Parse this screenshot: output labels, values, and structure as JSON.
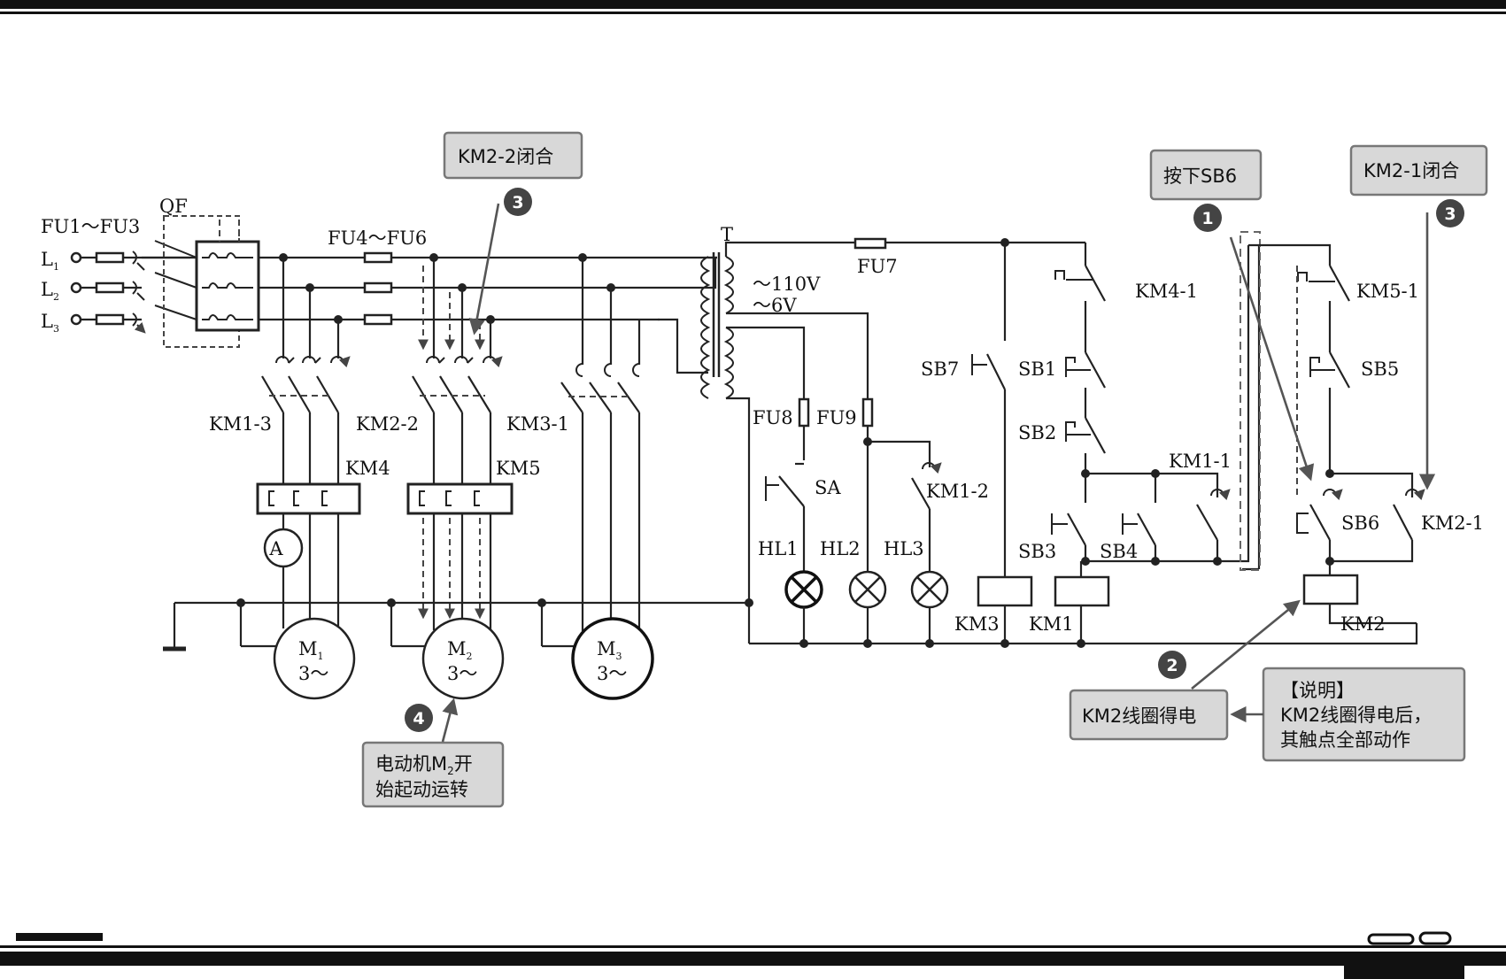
{
  "labels": {
    "qf": "QF",
    "fu1_fu3": "FU1～FU3",
    "l1": "L",
    "l1_sub": "1",
    "l2": "L",
    "l2_sub": "2",
    "l3": "L",
    "l3_sub": "3",
    "fu4_fu6": "FU4～FU6",
    "t": "T",
    "fu7": "FU7",
    "v110": "～110V",
    "v6": "～6V",
    "fu8": "FU8",
    "fu9": "FU9",
    "km1_3": "KM1-3",
    "km2_2": "KM2-2",
    "km3_1": "KM3-1",
    "km4": "KM4",
    "km5": "KM5",
    "ammeter": "A",
    "m1": "M",
    "m1_sub": "1",
    "m1_phase": "3～",
    "m2": "M",
    "m2_sub": "2",
    "m2_phase": "3～",
    "m3": "M",
    "m3_sub": "3",
    "m3_phase": "3～",
    "sa": "SA",
    "hl1": "HL1",
    "hl2": "HL2",
    "hl3": "HL3",
    "km1_2": "KM1-2",
    "sb7": "SB7",
    "sb1": "SB1",
    "sb2": "SB2",
    "sb3": "SB3",
    "sb4": "SB4",
    "km4_1": "KM4-1",
    "km1_1": "KM1-1",
    "km3": "KM3",
    "km1": "KM1",
    "km5_1": "KM5-1",
    "sb5": "SB5",
    "sb6": "SB6",
    "km2_1": "KM2-1",
    "km2": "KM2"
  },
  "callouts": {
    "km2_2_closed": "KM2-2闭合",
    "press_sb6": "按下SB6",
    "km2_1_closed": "KM2-1闭合",
    "km2_coil_energized": "KM2线圈得电",
    "note_title": "【说明】",
    "note_line1": "KM2线圈得电后，",
    "note_line2": "其触点全部动作",
    "motor_m2_line1": "电动机M",
    "motor_m2_sub": "2",
    "motor_m2_line1_end": "开",
    "motor_m2_line2": "始起动运转"
  },
  "steps": {
    "step1": "1",
    "step2": "2",
    "step3a": "3",
    "step3b": "3",
    "step4": "4"
  }
}
